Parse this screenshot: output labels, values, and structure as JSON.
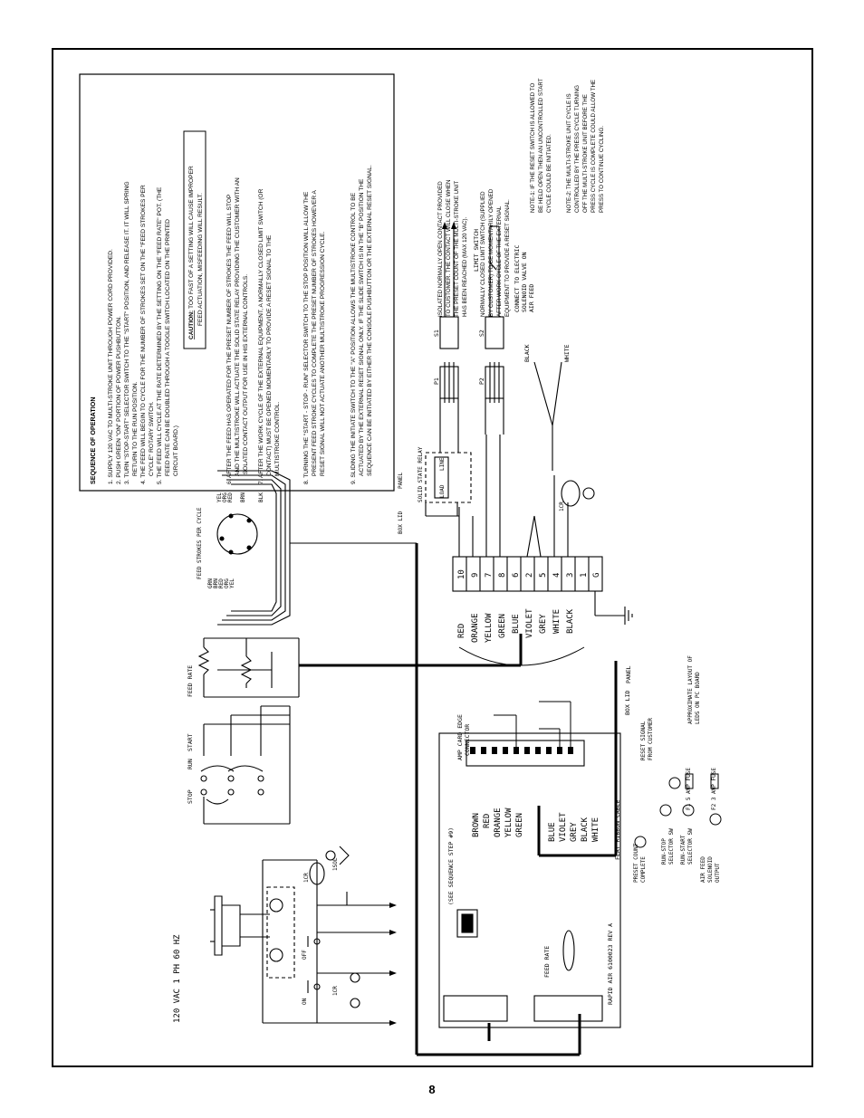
{
  "page_number": "8",
  "sequence": {
    "title": "SEQUENCE OF OPERATION",
    "steps": [
      "1. SUPPLY 120 VAC TO MULTI-STROKE UNIT THROUGH POWER CORD PROVIDED.",
      "2. PUSH GREEN \"ON\" PORTION OF POWER PUSHBUTTON.",
      "3. TURN \"STOP-START\" SELECTOR SWITCH TO THE \"START\" POSITION, AND RELEASE IT. IT WILL SPRING",
      "RETURN TO THE RUN POSITION.",
      "4. THE FEED WILL BEGIN TO CYCLE FOR THE NUMBER OF STROKES SET ON THE \"FEED STROKES PER",
      "CYCLE\" ROTARY SWITCH.",
      "5. THE FEED WILL CYCLE AT THE RATE DETERMINED BY THE SETTING ON THE \"FEED RATE\" POT. (THE",
      "FEED RATE CAN BE DOUBLED THROUGH A TOGGLE SWITCH LOCATED ON THE PRINTED",
      "CIRCUIT BOARD.)"
    ],
    "caution_label": "CAUTION:",
    "caution_line1": " TOO FAST OF A SETTING WILL CAUSE IMPROPER",
    "caution_line2": "FEED ACTUATION, MISFEEDING WILL RESULT.",
    "steps_after": [
      "6. AFTER THE FEED HAS OPERATED FOR THE PRESET NUMBER OF STROKES THE FEED WILL STOP",
      "AND THE MULTISTROKE WILL ACTUATE THE SOLID STATE RELAY PROVIDING THE CUSTOMER WITH AN",
      "ISOLATED CONTACT OUTPUT FOR USE IN HIS EXTERNAL CONTROLS.",
      "7. AFTER THE WORK CYCLE OF THE EXTERNAL EQUIPMENT, A NORMALLY CLOSED LIMIT SWITCH (OR",
      "CONTACT) MUST BE OPENED MOMENTARILY TO PROVIDE A RESET SIGNAL TO THE",
      "MULTISTROKE CONTROL.",
      "8. TURNING THE \"START - STOP - RUN\" SELECTOR SWITCH TO THE STOP POSITION WILL ALLOW THE",
      "PRESENT FEED STROKE CYCLES TO COMPLETE THE PRESET NUMBER OF STROKES HOWEVER A",
      "RESET SIGNAL WILL NOT ACTUATE ANOTHER MULTISTROKE PROGRESSION CYCLE.",
      "9. SLIDING THE INITIATE SWITCH TO THE \"A\" POSITION ALLOWS THE MULTISTROKE CONTROL TO BE",
      "ACTUATED BY THE EXTERNAL RESET SIGNAL ONLY. IF THE SLIDE SWITCH IS IN THE \"B\" POSITION THE",
      "SEQUENCE CAN BE INITIATED BY EITHER THE CONSOLE PUSHBUTTON OR THE EXTERNAL RESET SIGNAL."
    ]
  },
  "notes": {
    "isolated": [
      "ISOLATED NORMALLY OPEN CONTACT PROVIDED",
      "TO CUSTOMER. THE CONTACT WILL CLOSE WHEN",
      "THE PRESET COUNT OF THE MULTI-STROKE UNIT",
      "HAS BEEN REACHED (MAX 120 VAC)."
    ],
    "limit": [
      "NORMALLY CLOSED LIMIT SWITCH (SUPPLIED",
      "BY CUSTOMER) TO BE MOMENTARILY OPENED",
      "AFTER WORK CYCLE OF THE EXTERNAL",
      "EQUIPMENT TO PROVIDE A RESET SIGNAL."
    ],
    "note1": [
      "NOTE-1: IF THE RESET SWITCH IS ALLOWED TO",
      "BE HELD OPEN THEN AN UNCONTROLLED START",
      "CYCLE COULD BE INITIATED."
    ],
    "note2": [
      "NOTE-2: THE MULTI-STROKE UNIT CYCLE IS",
      "CONTROLLED BY THE PRESS CYCLE TURNING",
      "OFF THE MULTI-STROKE UNIT BEFORE THE",
      "PRESS CYCLE IS COMPLETE COULD ALLOW THE",
      "PRESS TO CONTINUE CYCLING."
    ]
  },
  "labels": {
    "power": "120 VAC 1 PH 60 HZ",
    "stop": "STOP",
    "run": "RUN",
    "start": "START",
    "feed_rate": "FEED RATE",
    "feed_strokes": "FEED STROKES PER CYCLE",
    "panel": "PANEL",
    "box_lid": "BOX LID",
    "ssr": "SOLID STATE RELAY",
    "line": "LINE",
    "load": "LOAD",
    "p1": "P1",
    "p2": "P2",
    "s1": "S1",
    "s2": "S2",
    "limit_switch": "LIMIT SWITCH",
    "connect": "CONNECT TO ELECTRIC",
    "connect2": "SOLENOID VALVE ON",
    "connect3": "AIR FEED",
    "black": "BLACK",
    "white": "WHITE",
    "amp": "AMP CARD EDGE",
    "amp2": "CONNECTOR",
    "reset": "RESET SIGNAL",
    "reset2": "FROM CUSTOMER",
    "approx": "APPROXIMATE LAYOUT OF",
    "approx2": "LEDS ON PC BOARD",
    "preset": "PRESET COUNT",
    "preset2": "COMPLETE",
    "runstop": "RUN-STOP",
    "runstop2": "SELECTOR SW",
    "runstart": "RUN-START",
    "runstart2": "SELECTOR SW",
    "airfeed": "AIR FEED",
    "airfeed2": "SOLENOID",
    "airfeed3": "OUTPUT",
    "fuse1": "F1 5 AMP FUSE",
    "fuse2": "F2 3 AMP FUSE",
    "ribbon": "FLAT RIBBON CABLE",
    "board": "RAPID AIR 6100023 REV A",
    "seq_step": "(SEE SEQUENCE STEP #9)",
    "on": "ON",
    "off": "OFF",
    "icr": "1CR",
    "ssol": "1SOL"
  },
  "terminal_block": {
    "numbers": [
      "10",
      "9",
      "7",
      "8",
      "6",
      "2",
      "5",
      "4",
      "3",
      "1",
      "G"
    ],
    "colors": [
      "RED",
      "ORANGE",
      "YELLOW",
      "GREEN",
      "BLUE",
      "VIOLET",
      "GREY",
      "WHITE",
      "BLACK"
    ]
  },
  "ribbon_colors": [
    "BROWN",
    "RED",
    "ORANGE",
    "YELLOW",
    "GREEN",
    "BLUE",
    "VIOLET",
    "GREY",
    "BLACK",
    "WHITE"
  ],
  "rotary_wires": [
    "YEL",
    "ORG",
    "RED",
    "BRN",
    "BLK"
  ],
  "rotary_wires_left": [
    "GRN",
    "BRN",
    "RED",
    "ORG",
    "YEL"
  ]
}
